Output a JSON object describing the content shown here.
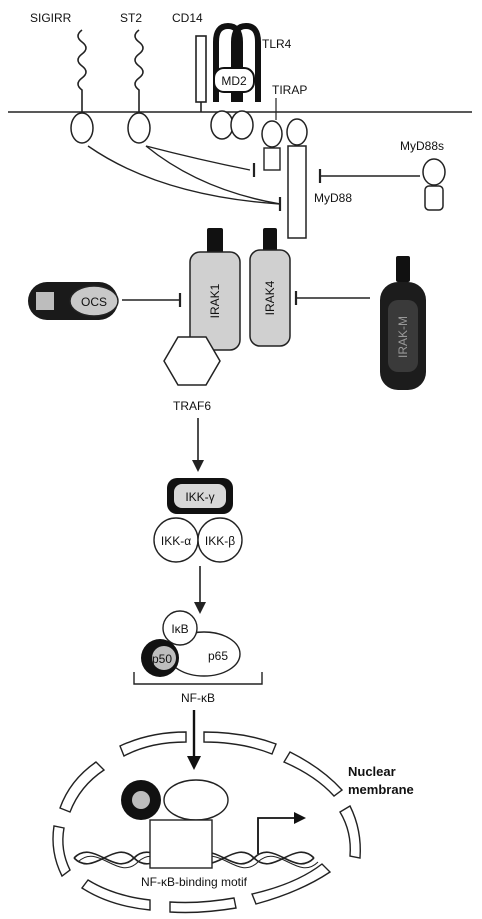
{
  "receptors": {
    "sigirr": "SIGIRR",
    "st2": "ST2",
    "cd14": "CD14",
    "tlr4": "TLR4",
    "md2": "MD2",
    "tirap": "TIRAP"
  },
  "adaptors": {
    "myd88": "MyD88",
    "myd88s": "MyD88s"
  },
  "kinases": {
    "socs_partial": "OCS",
    "irak1": "IRAK1",
    "irak4": "IRAK4",
    "irakm_partial": "IRAK-M"
  },
  "traf6": "TRAF6",
  "ikk": {
    "gamma": "IKK-γ",
    "alpha": "IKK-α",
    "beta": "IKK-β"
  },
  "nfkb": {
    "ikb": "IκB",
    "p50": "p50",
    "p65": "p65",
    "label": "NF-κB"
  },
  "nucleus": {
    "membrane_label_line1": "Nuclear",
    "membrane_label_line2": "membrane",
    "binding_motif": "NF-κB-binding motif"
  }
}
